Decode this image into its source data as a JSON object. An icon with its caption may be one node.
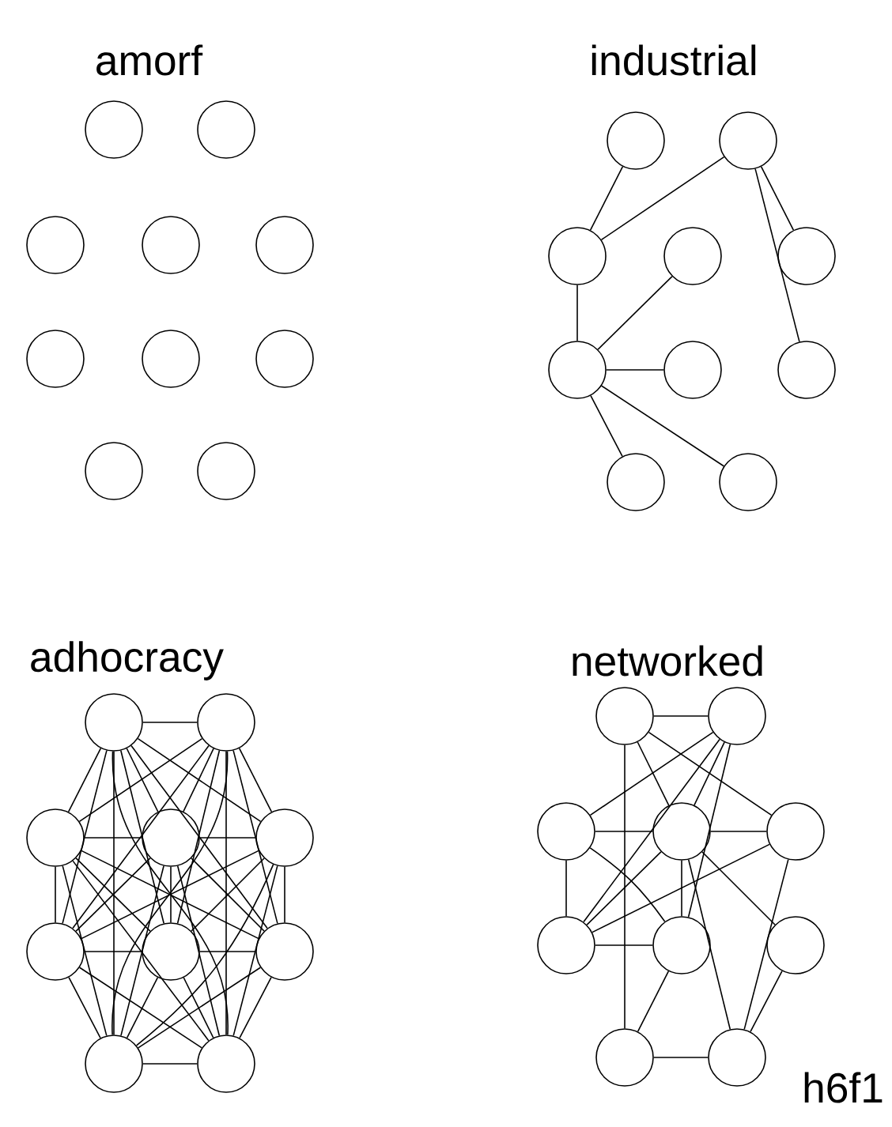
{
  "diagram": {
    "nodes": [
      {
        "text": [],
        "shape": "circle"
      },
      {
        "text": [],
        "shape": "circle"
      },
      {
        "text": [],
        "shape": "circle"
      },
      {
        "text": [],
        "shape": "circle"
      },
      {
        "text": [],
        "shape": "circle"
      },
      {
        "text": [],
        "shape": "circle"
      },
      {
        "text": [],
        "shape": "circle"
      },
      {
        "text": [],
        "shape": "circle"
      },
      {
        "text": [],
        "shape": "circle"
      },
      {
        "text": [],
        "shape": "circle"
      },
      {
        "text": [],
        "shape": "circle"
      },
      {
        "text": [],
        "shape": "circle"
      },
      {
        "text": [],
        "shape": "circle"
      },
      {
        "text": [],
        "shape": "circle"
      },
      {
        "text": [],
        "shape": "circle"
      },
      {
        "text": [],
        "shape": "circle"
      },
      {
        "text": [],
        "shape": "circle"
      },
      {
        "text": [],
        "shape": "circle"
      },
      {
        "text": [],
        "shape": "circle"
      },
      {
        "text": [],
        "shape": "circle"
      },
      {
        "text": [],
        "shape": "circle"
      },
      {
        "text": [],
        "shape": "circle"
      },
      {
        "text": [],
        "shape": "circle"
      },
      {
        "text": [],
        "shape": "circle"
      },
      {
        "text": [],
        "shape": "circle"
      },
      {
        "text": [],
        "shape": "circle"
      },
      {
        "text": [],
        "shape": "circle"
      },
      {
        "text": [],
        "shape": "circle"
      },
      {
        "text": [],
        "shape": "circle"
      },
      {
        "text": [],
        "shape": "circle"
      },
      {
        "text": [],
        "shape": "circle"
      },
      {
        "text": [],
        "shape": "circle"
      },
      {
        "text": [],
        "shape": "circle"
      },
      {
        "text": [],
        "shape": "circle"
      },
      {
        "text": [],
        "shape": "circle"
      },
      {
        "text": [],
        "shape": "circle"
      },
      {
        "text": [],
        "shape": "circle"
      },
      {
        "text": [],
        "shape": "circle"
      },
      {
        "text": [],
        "shape": "circle"
      },
      {
        "text": [],
        "shape": "circle"
      }
    ],
    "edges": [
      {
        "from": 10,
        "to": 12,
        "arrow": "none"
      },
      {
        "from": 11,
        "to": 12,
        "arrow": "none"
      },
      {
        "from": 11,
        "to": 14,
        "arrow": "none"
      },
      {
        "from": 11,
        "to": 17,
        "arrow": "none"
      },
      {
        "from": 12,
        "to": 15,
        "arrow": "none"
      },
      {
        "from": 15,
        "to": 13,
        "arrow": "none"
      },
      {
        "from": 15,
        "to": 16,
        "arrow": "none"
      },
      {
        "from": 15,
        "to": 18,
        "arrow": "none"
      },
      {
        "from": 15,
        "to": 19,
        "arrow": "none"
      },
      {
        "from": 20,
        "to": 21,
        "arrow": "none"
      },
      {
        "from": 20,
        "to": 22,
        "arrow": "none"
      },
      {
        "from": 20,
        "to": 23,
        "arrow": "none"
      },
      {
        "from": 20,
        "to": 24,
        "arrow": "none"
      },
      {
        "from": 20,
        "to": 25,
        "arrow": "none"
      },
      {
        "from": 20,
        "to": 26,
        "arrow": "none"
      },
      {
        "from": 20,
        "to": 27,
        "arrow": "none"
      },
      {
        "from": 20,
        "to": 28,
        "arrow": "none"
      },
      {
        "from": 20,
        "to": 29,
        "arrow": "none"
      },
      {
        "from": 21,
        "to": 22,
        "arrow": "none"
      },
      {
        "from": 21,
        "to": 23,
        "arrow": "none"
      },
      {
        "from": 21,
        "to": 24,
        "arrow": "none"
      },
      {
        "from": 21,
        "to": 25,
        "arrow": "none"
      },
      {
        "from": 21,
        "to": 26,
        "arrow": "none"
      },
      {
        "from": 21,
        "to": 27,
        "arrow": "none"
      },
      {
        "from": 21,
        "to": 28,
        "arrow": "none"
      },
      {
        "from": 21,
        "to": 29,
        "arrow": "none"
      },
      {
        "from": 22,
        "to": 23,
        "arrow": "none"
      },
      {
        "from": 22,
        "to": 25,
        "arrow": "none"
      },
      {
        "from": 22,
        "to": 26,
        "arrow": "none"
      },
      {
        "from": 22,
        "to": 27,
        "arrow": "none"
      },
      {
        "from": 22,
        "to": 28,
        "arrow": "none"
      },
      {
        "from": 22,
        "to": 29,
        "arrow": "none"
      },
      {
        "from": 23,
        "to": 24,
        "arrow": "none"
      },
      {
        "from": 23,
        "to": 25,
        "arrow": "none"
      },
      {
        "from": 23,
        "to": 26,
        "arrow": "none"
      },
      {
        "from": 23,
        "to": 27,
        "arrow": "none"
      },
      {
        "from": 23,
        "to": 28,
        "arrow": "none"
      },
      {
        "from": 23,
        "to": 29,
        "arrow": "none"
      },
      {
        "from": 24,
        "to": 25,
        "arrow": "none"
      },
      {
        "from": 24,
        "to": 26,
        "arrow": "none"
      },
      {
        "from": 24,
        "to": 27,
        "arrow": "none"
      },
      {
        "from": 24,
        "to": 28,
        "arrow": "none"
      },
      {
        "from": 24,
        "to": 29,
        "arrow": "none"
      },
      {
        "from": 25,
        "to": 26,
        "arrow": "none"
      },
      {
        "from": 25,
        "to": 28,
        "arrow": "none"
      },
      {
        "from": 25,
        "to": 29,
        "arrow": "none"
      },
      {
        "from": 26,
        "to": 27,
        "arrow": "none"
      },
      {
        "from": 26,
        "to": 28,
        "arrow": "none"
      },
      {
        "from": 26,
        "to": 29,
        "arrow": "none"
      },
      {
        "from": 27,
        "to": 28,
        "arrow": "none"
      },
      {
        "from": 27,
        "to": 29,
        "arrow": "none"
      },
      {
        "from": 28,
        "to": 29,
        "arrow": "none"
      },
      {
        "from": 30,
        "to": 31,
        "arrow": "none"
      },
      {
        "from": 30,
        "to": 38,
        "arrow": "none"
      },
      {
        "from": 38,
        "to": 39,
        "arrow": "none"
      },
      {
        "from": 32,
        "to": 33,
        "arrow": "none"
      },
      {
        "from": 33,
        "to": 34,
        "arrow": "none"
      },
      {
        "from": 32,
        "to": 35,
        "arrow": "none"
      },
      {
        "from": 33,
        "to": 36,
        "arrow": "none"
      },
      {
        "from": 35,
        "to": 36,
        "arrow": "none"
      },
      {
        "from": 30,
        "to": 34,
        "arrow": "none"
      },
      {
        "from": 30,
        "to": 33,
        "arrow": "none"
      },
      {
        "from": 33,
        "to": 39,
        "arrow": "none"
      },
      {
        "from": 31,
        "to": 32,
        "arrow": "none"
      },
      {
        "from": 31,
        "to": 35,
        "arrow": "none"
      },
      {
        "from": 31,
        "to": 33,
        "arrow": "none"
      },
      {
        "from": 31,
        "to": 36,
        "arrow": "none"
      },
      {
        "from": 38,
        "to": 36,
        "arrow": "none"
      },
      {
        "from": 35,
        "to": 34,
        "arrow": "none"
      },
      {
        "from": 35,
        "to": 33,
        "arrow": "none"
      },
      {
        "from": 32,
        "to": 36,
        "arrow": "none"
      },
      {
        "from": 33,
        "to": 37,
        "arrow": "none"
      },
      {
        "from": 34,
        "to": 39,
        "arrow": "none"
      },
      {
        "from": 37,
        "to": 39,
        "arrow": "none"
      }
    ],
    "labels": [
      "amorf",
      "industrial",
      "adhocracy",
      "networked",
      "h6f1"
    ]
  }
}
